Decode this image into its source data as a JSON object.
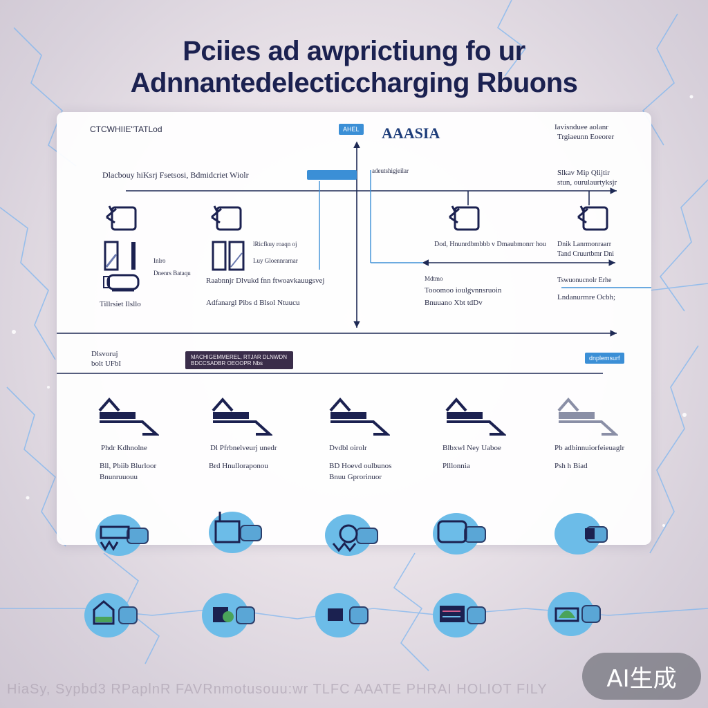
{
  "title": {
    "line1": "Pciies ad awprictiung fo ur",
    "line2": "Adnnantedelecticcharging Rbuons"
  },
  "panel": {
    "top_left_heading": "CTCWHIIE\"TATLod",
    "brand": "AAASIA",
    "brand_tag": "AHEL",
    "row_label": "Dlacbouy hiKsrj Fsetsosi,   Bdmidcriet Wiolr",
    "blue_tag": "adeutshigjeilar",
    "top_right_block": [
      "Iavisnduee aolanr",
      "Trgiaeunn Eoeorer"
    ],
    "right_block_2": [
      "Slkav Mip Qlijtir",
      "stun, ourulaurtyksjr"
    ],
    "col1": {
      "side": "Inlro",
      "side2": "Dnenrs Bataqu",
      "label": "Tillrsiet Ilsllo"
    },
    "col2": {
      "side": [
        "lRicfkuy roaqn oj",
        "Luy Gloennrarnar"
      ],
      "label1": "Raabnnjr Dlvukd fnn ftwoavkauugsvej",
      "label2": "Adfanargl Pibs d Blsol Ntuucu"
    },
    "col3": {
      "side": "Dod, Hnunrdbmbbb v Dmaubmonrr hou",
      "label1": "Mdtmo",
      "label2": "Tooomoo ioulgvnnsruoin",
      "label3": "Bnuuano Xbt tdDv"
    },
    "col4": {
      "side": [
        "Dnik Lanrmonraarr",
        "Tand Cruurtbmr  Dni"
      ],
      "label1": "Tswuonucnolr Erhe",
      "label2": "Lndanurmre Ocbh;"
    },
    "mid_left": [
      "Dlsvoruj",
      "bolt UFbI"
    ],
    "dark_tag": "MACHIGEMMEREL, RTJAR DLNWDN BDCCSADBR OEOOPR Nbs",
    "right_tag": "dnplemsurf",
    "bottom_items": [
      {
        "l1": "Phdr Kdhnolne",
        "l2": "Bll, Pbiib Blurloor",
        "l3": "Bnunruuouu"
      },
      {
        "l1": "Dl Pfrbnelveurj unedr",
        "l2": "Brd Hnulloraponou",
        "l3": ""
      },
      {
        "l1": "Dvdbl oirolr",
        "l2": "BD Hoevd oulbunos",
        "l3": "Bnuu Gprorinuor"
      },
      {
        "l1": "Blbxwl Ney Uaboe",
        "l2": "Plllonnia",
        "l3": ""
      },
      {
        "l1": "Pb adbinnuiorfeieuaglr",
        "l2": "Psh h Biad",
        "l3": ""
      }
    ]
  },
  "watermark": "HiaSy, Sypbd3 RPaplnR FAVRnmotusouu:wr  TLFC AAATE PHRAI HOLIOT  FILY",
  "badge": "AI生成",
  "colors": {
    "title": "#1b2150",
    "accent": "#3b8fd6",
    "line": "#1e2a55",
    "node": "#6cbce8"
  }
}
